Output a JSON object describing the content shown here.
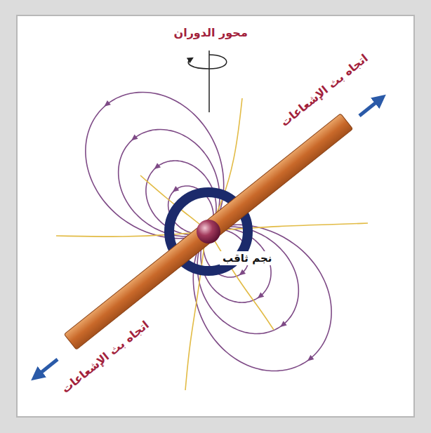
{
  "diagram": {
    "labels": [
      "محور الدوران",
      "اتجاه بث الإشعاعات",
      "اتجاه بث الإشعاعات",
      "نجم ثاقب"
    ]
  }
}
